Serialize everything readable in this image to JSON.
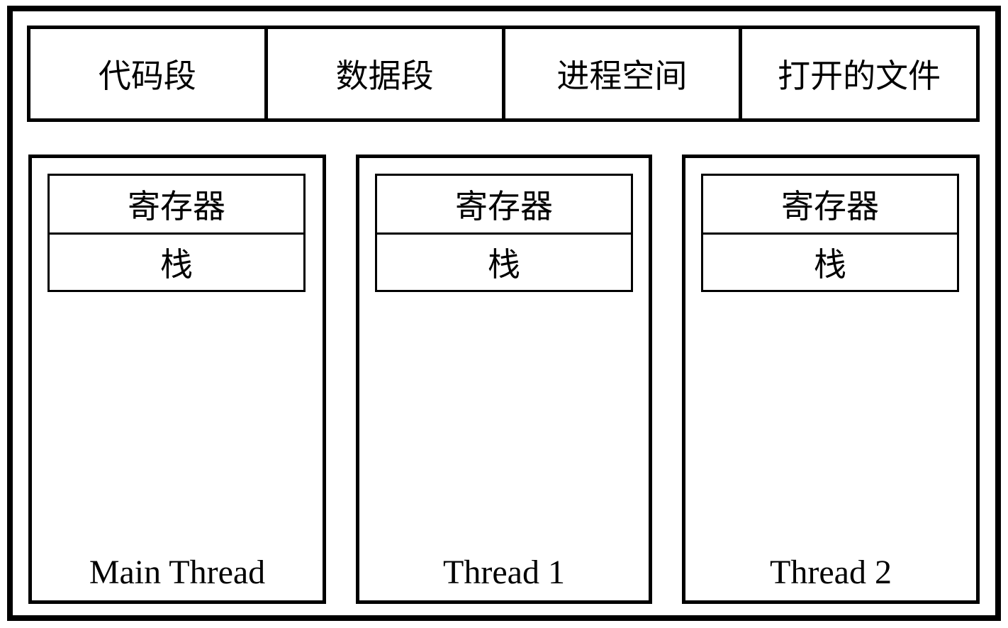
{
  "process_row": {
    "cells": [
      "代码段",
      "数据段",
      "进程空间",
      "打开的文件"
    ]
  },
  "threads": [
    {
      "name": "Main Thread",
      "registers": "寄存器",
      "stack": "栈"
    },
    {
      "name": "Thread 1",
      "registers": "寄存器",
      "stack": "栈"
    },
    {
      "name": "Thread 2",
      "registers": "寄存器",
      "stack": "栈"
    }
  ],
  "colors": {
    "line": "#000000",
    "background": "#ffffff",
    "text": "#000000"
  }
}
